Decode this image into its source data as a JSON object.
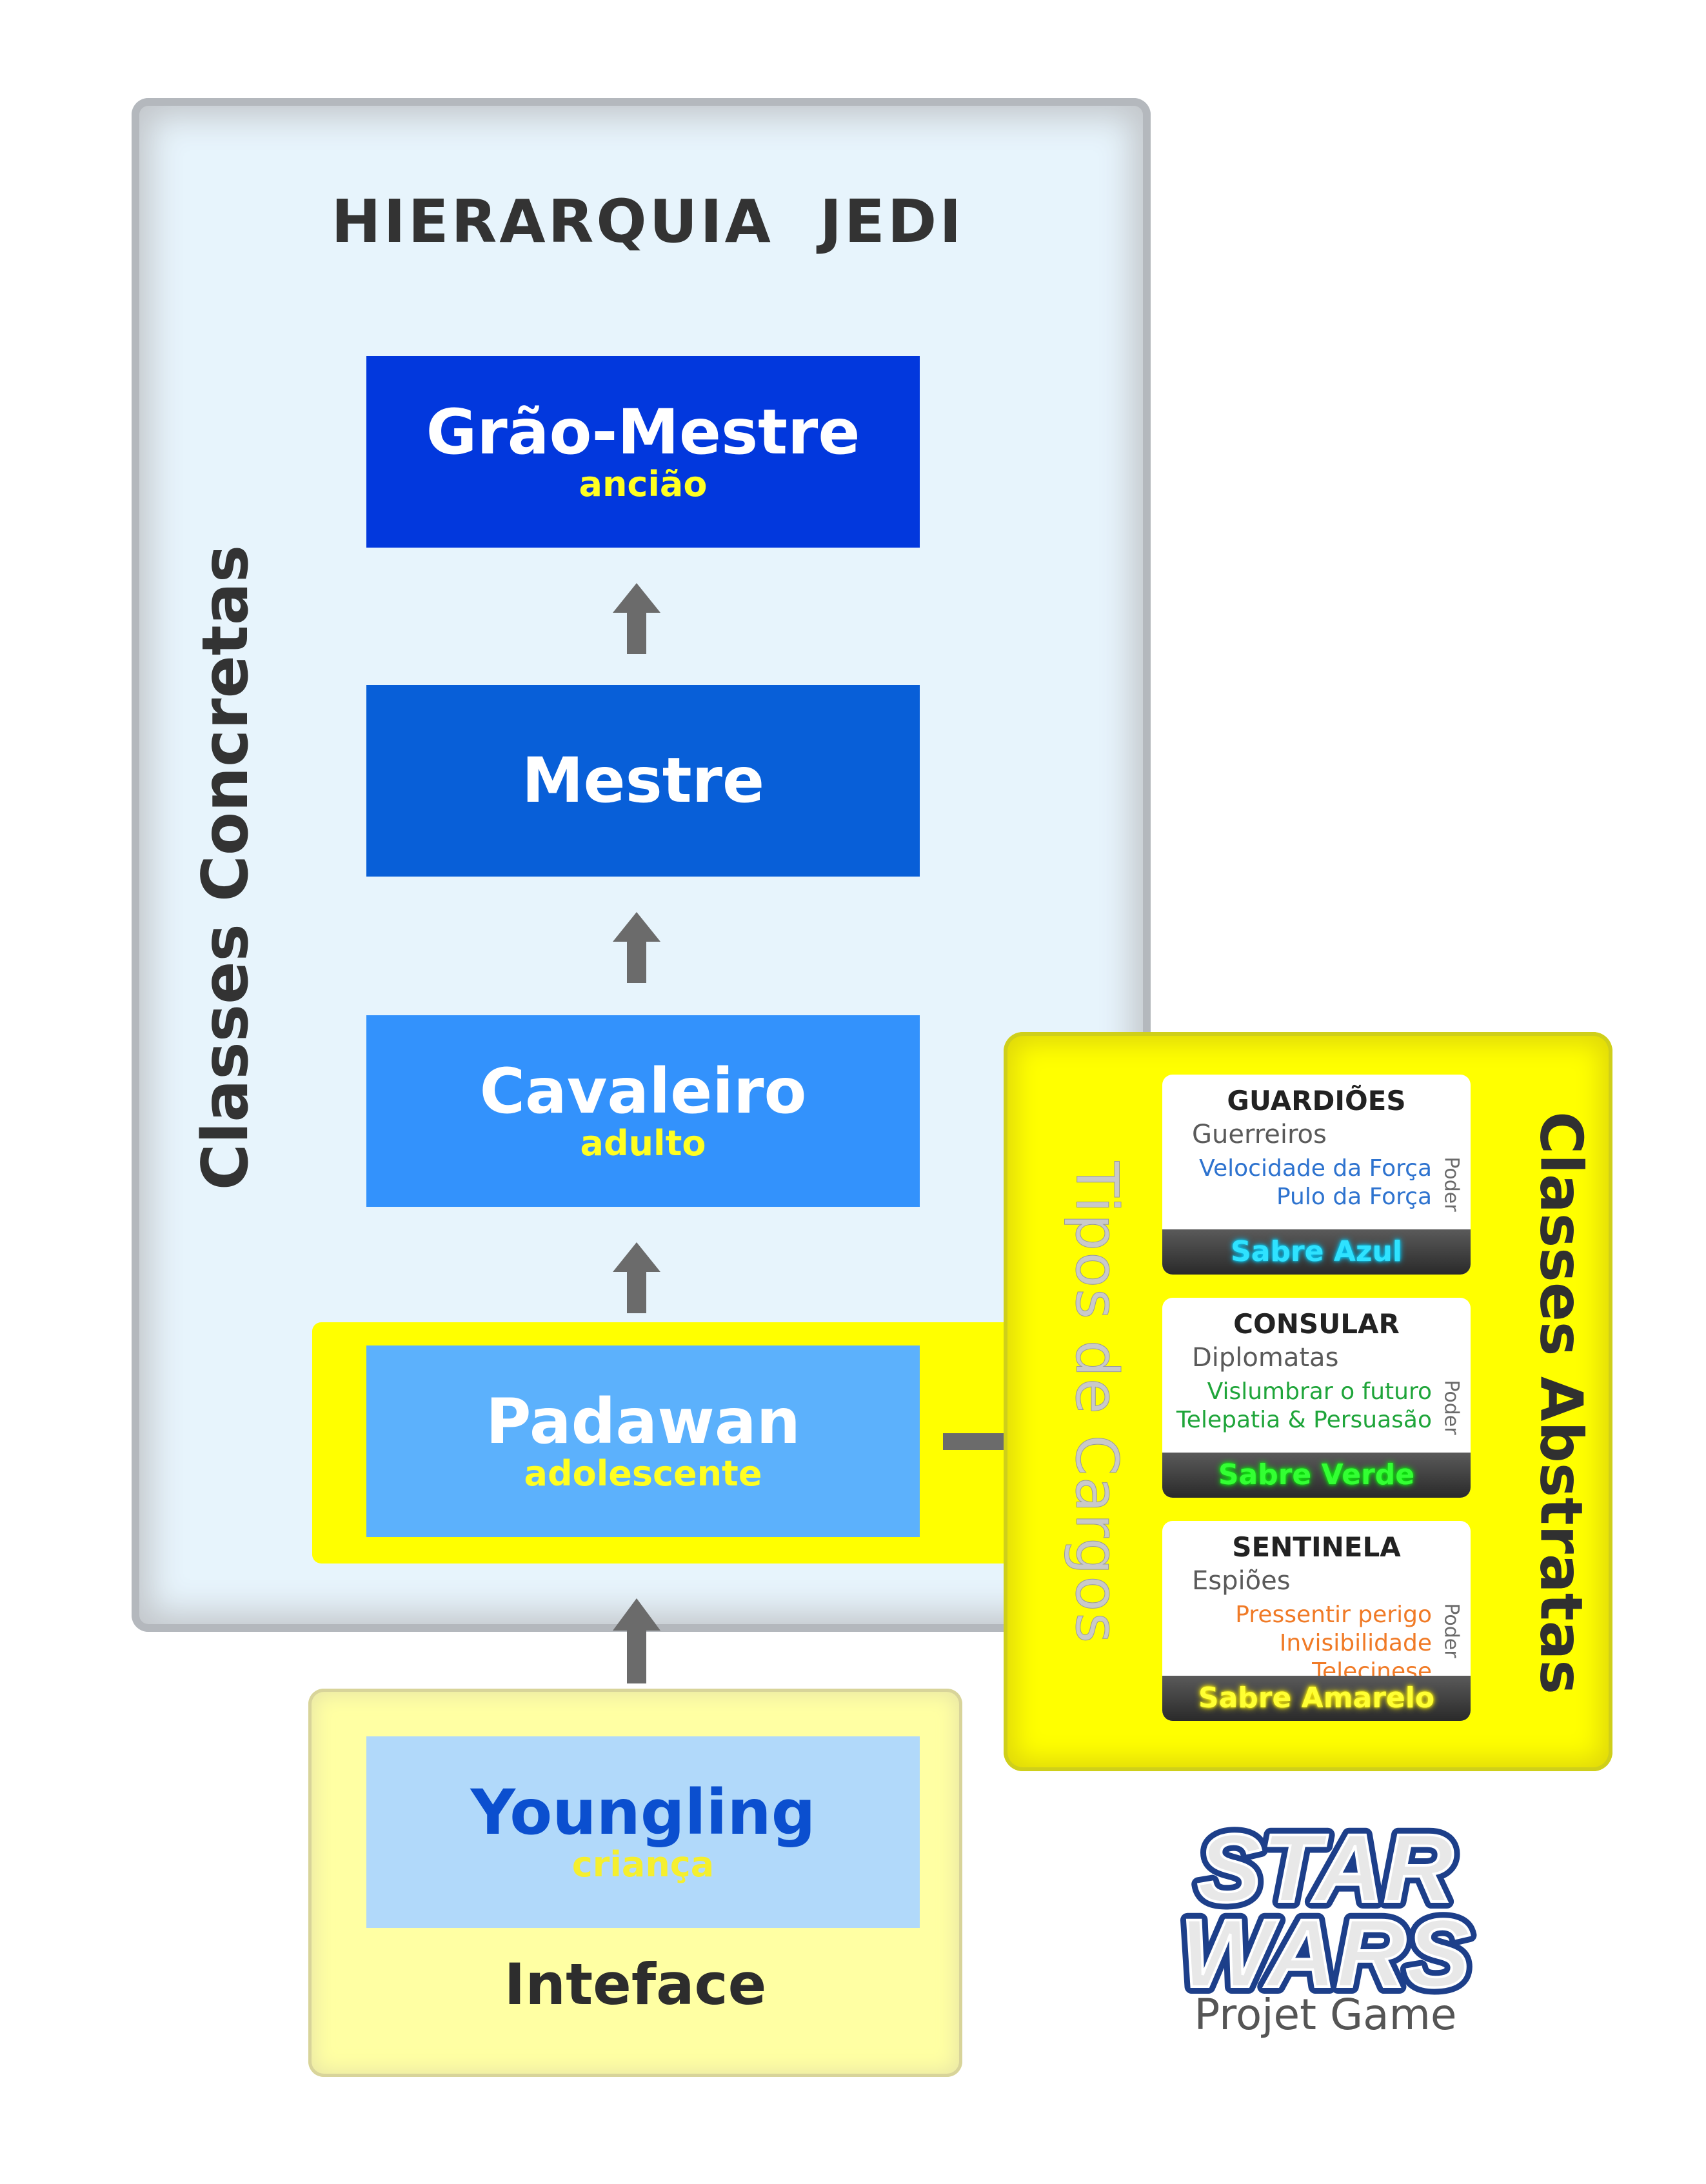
{
  "title": "HIERARQUIA  JEDI",
  "concrete_label": "Classes Concretas",
  "levels": {
    "grao_mestre": {
      "name": "Grão-Mestre",
      "age": "ancião"
    },
    "mestre": {
      "name": "Mestre"
    },
    "cavaleiro": {
      "name": "Cavaleiro",
      "age": "adulto"
    },
    "padawan": {
      "name": "Padawan",
      "age": "adolescente"
    },
    "youngling": {
      "name": "Youngling",
      "age": "criança"
    }
  },
  "interface_label": "Inteface",
  "abstract": {
    "tipos_label": "Tipos de Cargos",
    "classes_label": "Classes Abstratas",
    "cards": [
      {
        "title": "GUARDIÕES",
        "desc": "Guerreiros",
        "power1": "Velocidade da Força",
        "power2": "Pulo da Força",
        "poder": "Poder",
        "saber": "Sabre Azul"
      },
      {
        "title": "CONSULAR",
        "desc": "Diplomatas",
        "power1": "Vislumbrar o futuro",
        "power2": "Telepatia & Persuasão",
        "poder": "Poder",
        "saber": "Sabre Verde"
      },
      {
        "title": "SENTINELA",
        "desc": "Espiões",
        "power1": "Pressentir perigo",
        "power2": "Invisibilidade Telecinese",
        "poder": "Poder",
        "saber": "Sabre Amarelo"
      }
    ]
  },
  "logo": {
    "line1": "STAR",
    "line2": "WARS",
    "subtitle": "Projet Game"
  },
  "colors": {
    "grao_mestre": "#0238dd",
    "mestre": "#085fd8",
    "cavaleiro": "#3392fc",
    "padawan": "#5cb1fc",
    "youngling": "#b1d9fa",
    "highlight": "#ffff00",
    "arrow": "#6b6b6b"
  }
}
